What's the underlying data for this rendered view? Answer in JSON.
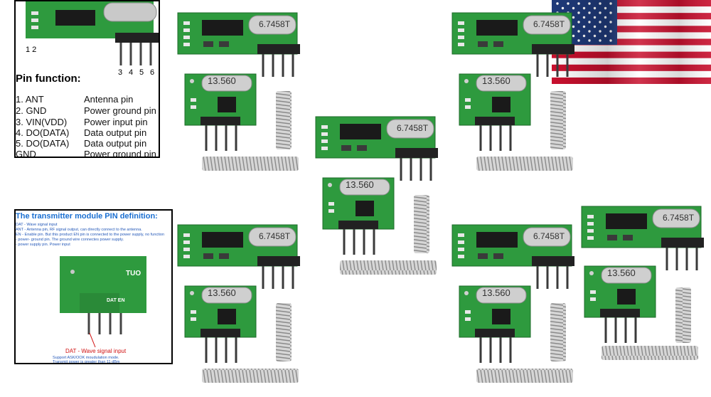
{
  "pin_panel": {
    "title": "Pin function:",
    "pin_numbers_left": "1  2",
    "pin_numbers_right": [
      "3",
      "4",
      "5",
      "6"
    ],
    "rows": [
      {
        "name": "1. ANT",
        "desc": "Antenna pin"
      },
      {
        "name": "2. GND",
        "desc": "Power ground pin"
      },
      {
        "name": "3. VIN(VDD)",
        "desc": "Power input pin"
      },
      {
        "name": "4. DO(DATA)",
        "desc": "Data output pin"
      },
      {
        "name": "5. DO(DATA)",
        "desc": "Data output pin"
      },
      {
        "name": "GND",
        "desc": "Power ground pin"
      }
    ]
  },
  "tx_panel": {
    "title": "The transmitter module PIN definition:",
    "lines": [
      "DAT   - Wave signal input",
      "ANT   - Antenna pin, RF signal output, can directly connect to the antenna.",
      "EN    - Enable pin. But this product EN pin is connected to the power supply, no function",
      "        - power- ground pin. The ground wire connectes power supply.",
      "        - power supply pin. Power input"
    ],
    "board_label": "TUO",
    "pin_labels": "DAT EN",
    "dat_callout": "DAT - Wave signal input",
    "support_lines": [
      "Support ASK/OOK moudulation mode.",
      "Transmit power is greater than 11 dBm"
    ]
  },
  "chips": {
    "receiver_crystal": "6.7458T",
    "transmitter_crystal": "13.560"
  },
  "colors": {
    "pcb_green": "#2e9a3e",
    "pcb_dark": "#1d6b2a",
    "chip_black": "#1a1a1a",
    "crystal_silver": "#c9c9c9",
    "pin_black": "#222222",
    "spring_silver": "#a8a8a8"
  }
}
